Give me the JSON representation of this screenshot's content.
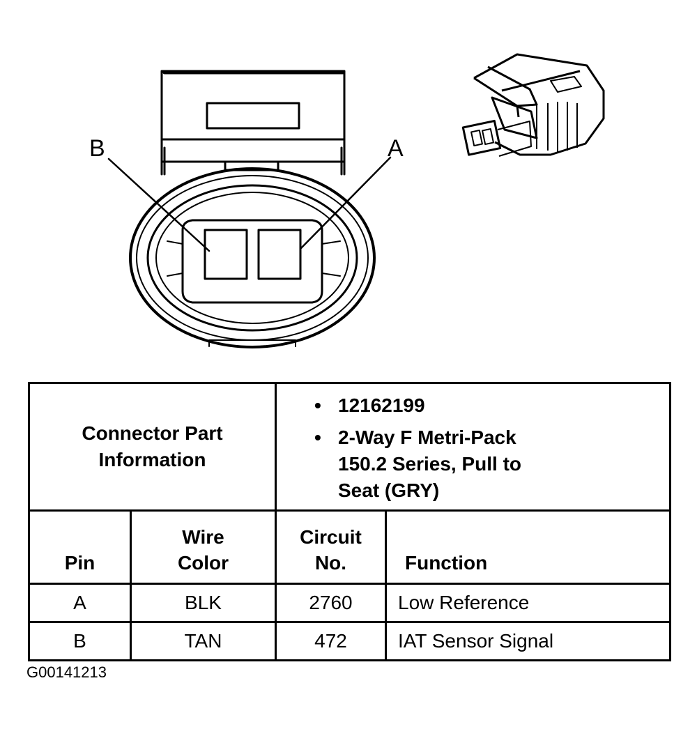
{
  "figure": {
    "pin_labels": {
      "pin_b": "B",
      "pin_a": "A"
    }
  },
  "table": {
    "part_info_title": [
      "Connector Part",
      "Information"
    ],
    "part_info_items": [
      {
        "bullet": "•",
        "lines": [
          "12162199"
        ]
      },
      {
        "bullet": "•",
        "lines": [
          "2-Way F Metri-Pack",
          "150.2 Series, Pull to",
          "Seat (GRY)"
        ]
      }
    ],
    "headers": {
      "pin": "Pin",
      "wire_color": [
        "Wire",
        "Color"
      ],
      "circuit_no": [
        "Circuit",
        "No."
      ],
      "function": "Function"
    },
    "rows": [
      {
        "pin": "A",
        "wire_color": "BLK",
        "circuit_no": "2760",
        "function": "Low Reference"
      },
      {
        "pin": "B",
        "wire_color": "TAN",
        "circuit_no": "472",
        "function": "IAT Sensor Signal"
      }
    ]
  },
  "figure_code": "G00141213"
}
